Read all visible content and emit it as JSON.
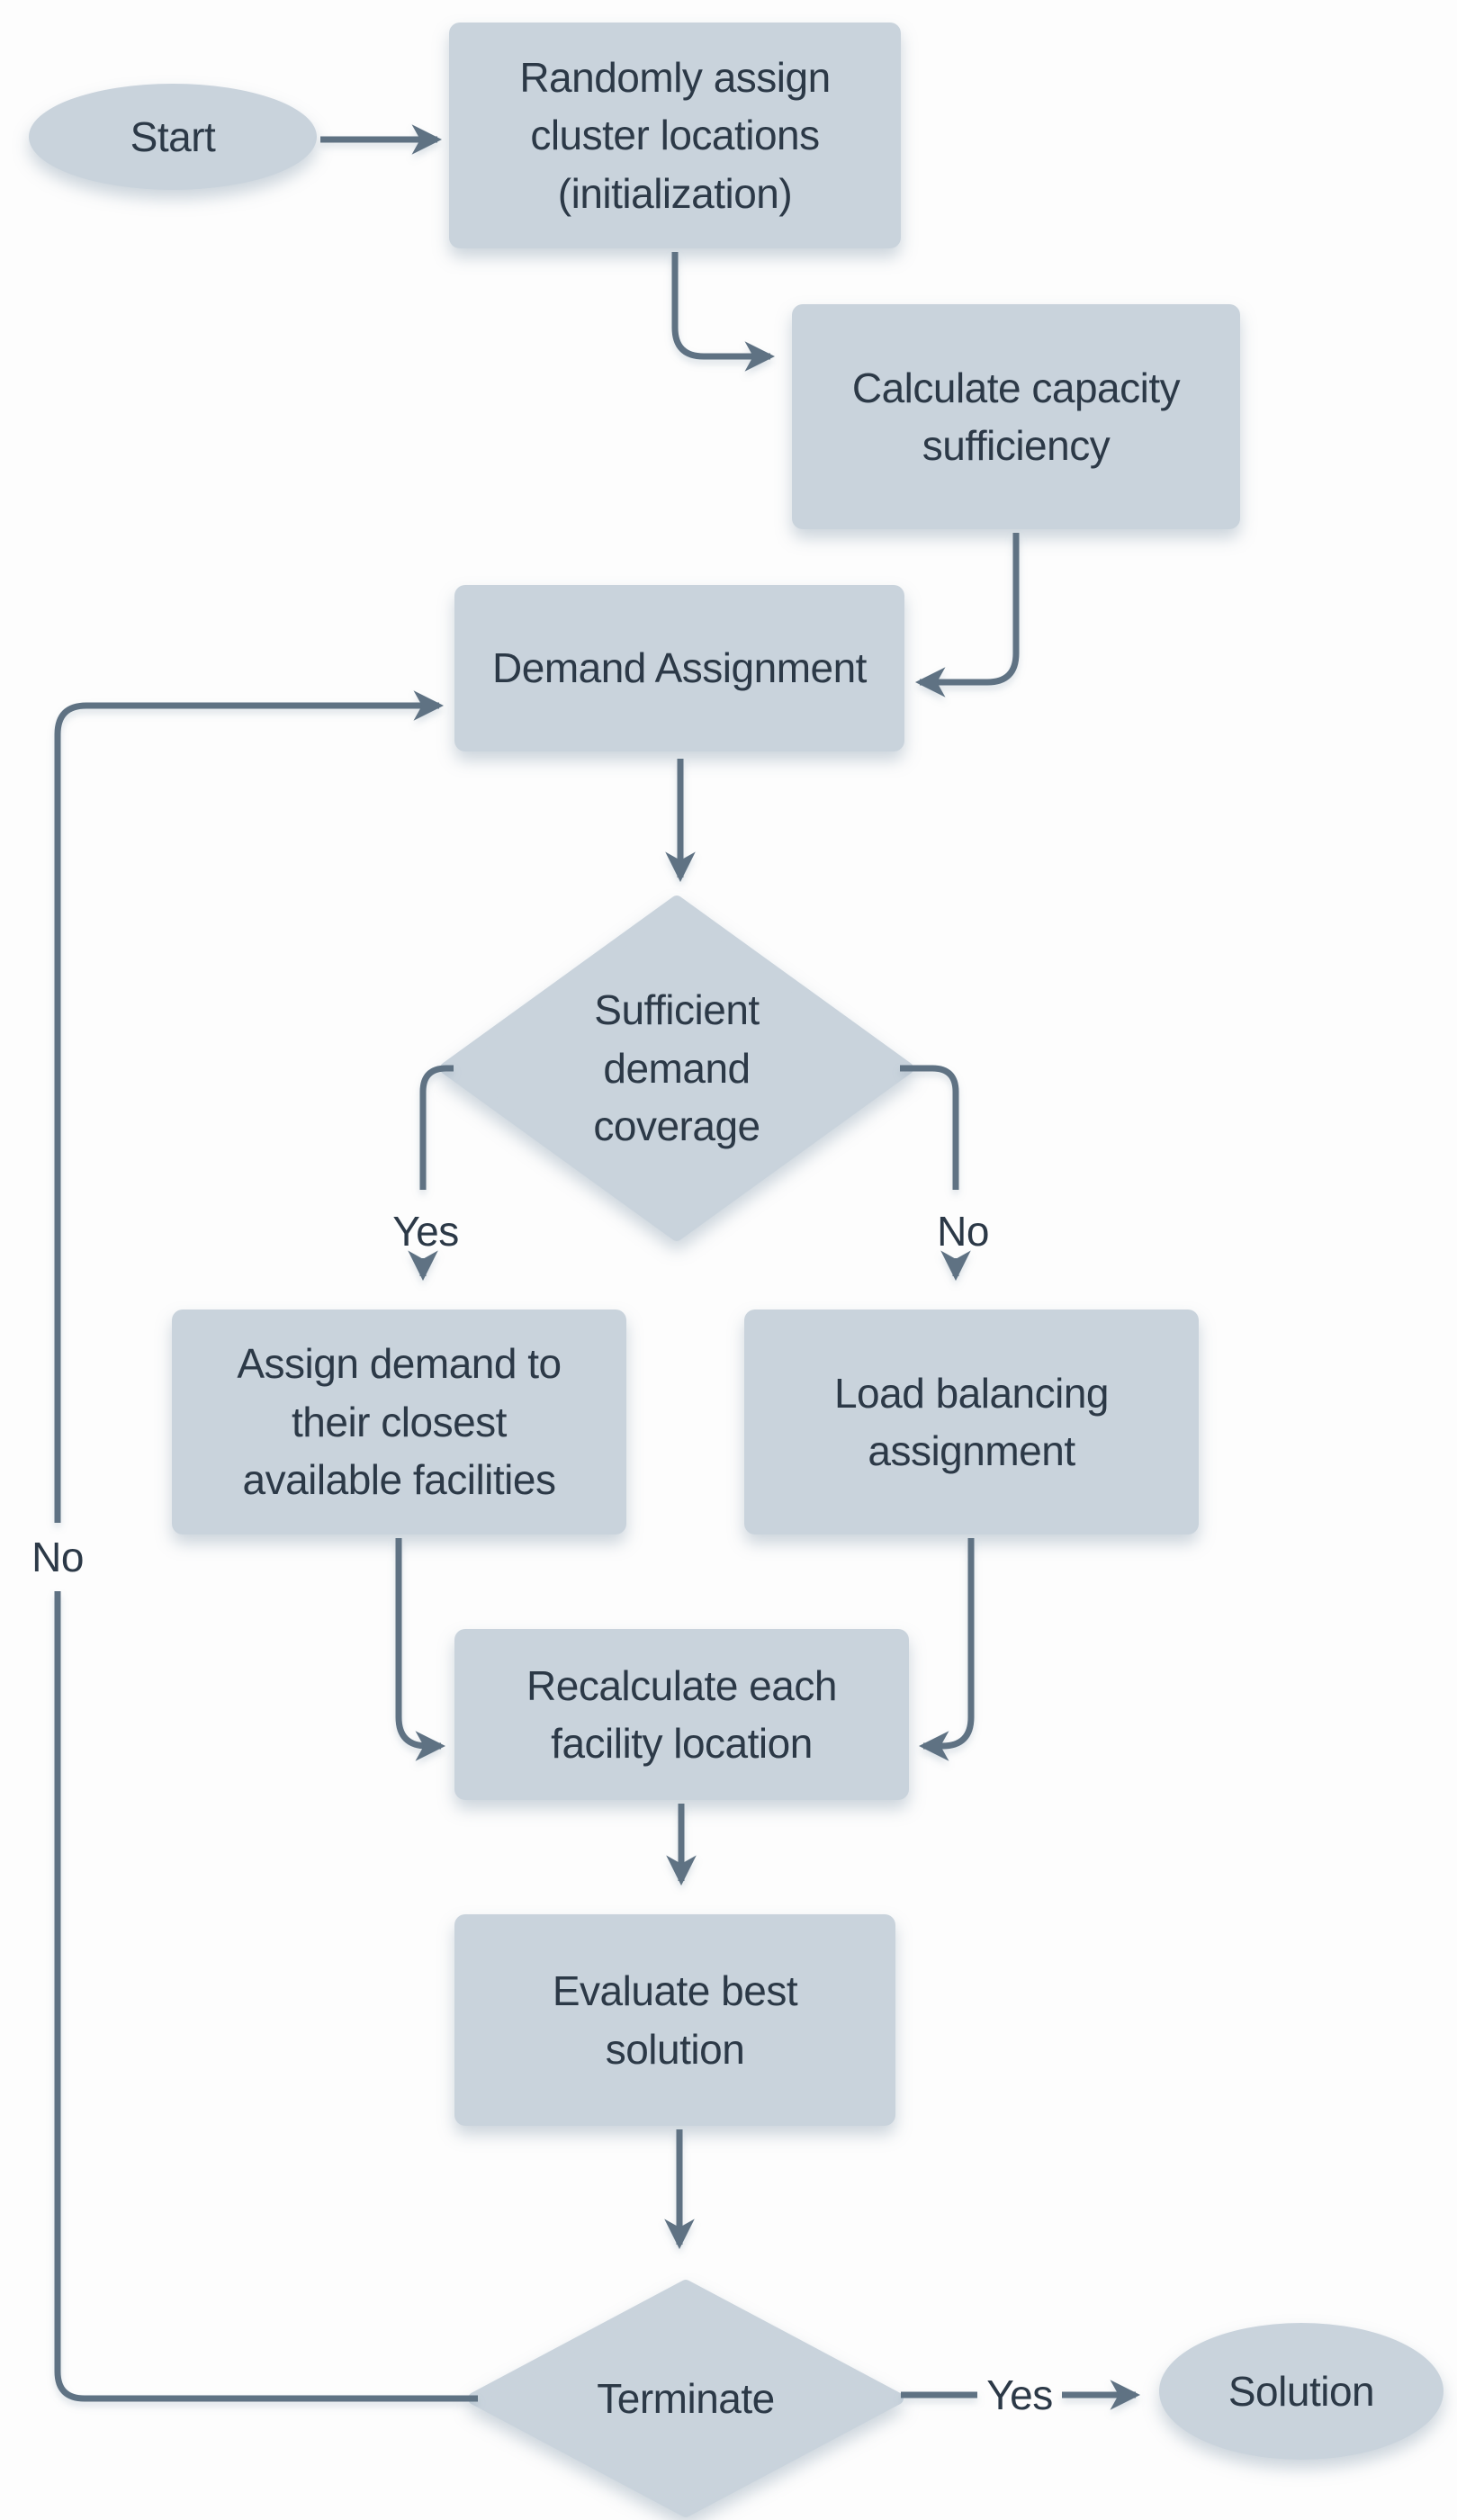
{
  "palette": {
    "node_fill": "#c9d3dc",
    "node_text": "#2c3947",
    "connector": "#5e7283",
    "background": "#fdfdfd",
    "shadow": "#8fa3b3"
  },
  "nodes": {
    "start": {
      "type": "terminator",
      "label": "Start"
    },
    "init": {
      "type": "process",
      "label": "Randomly assign\ncluster locations\n(initialization)"
    },
    "capacity": {
      "type": "process",
      "label": "Calculate capacity\nsufficiency"
    },
    "demand": {
      "type": "process",
      "label": "Demand Assignment"
    },
    "coverage": {
      "type": "decision",
      "label": "Sufficient\ndemand\ncoverage"
    },
    "closest": {
      "type": "process",
      "label": "Assign demand to\ntheir closest\navailable facilities"
    },
    "balancing": {
      "type": "process",
      "label": "Load balancing\nassignment"
    },
    "recalculate": {
      "type": "process",
      "label": "Recalculate each\nfacility location"
    },
    "evaluate": {
      "type": "process",
      "label": "Evaluate best\nsolution"
    },
    "terminate": {
      "type": "decision",
      "label": "Terminate"
    },
    "solution": {
      "type": "terminator",
      "label": "Solution"
    }
  },
  "edge_labels": {
    "coverage_yes": "Yes",
    "coverage_no": "No",
    "terminate_no": "No",
    "terminate_yes": "Yes"
  }
}
